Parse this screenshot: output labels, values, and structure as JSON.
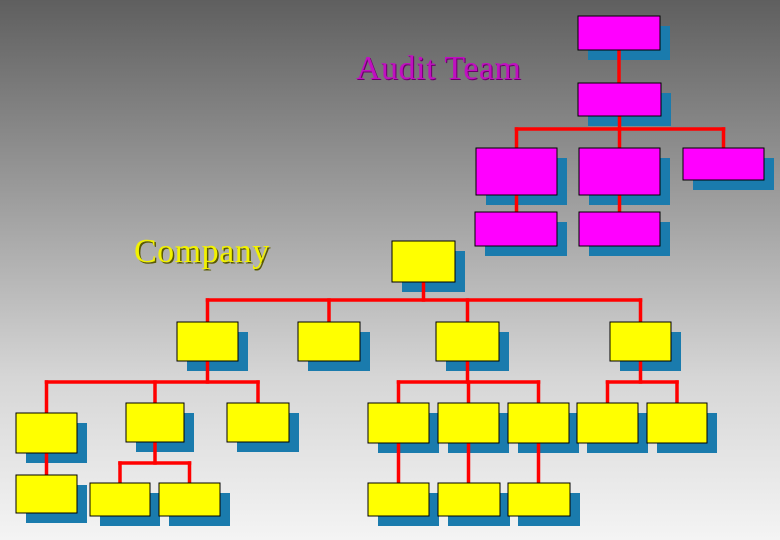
{
  "labels": {
    "audit_team": "Audit Team",
    "company": "Company"
  },
  "colors": {
    "audit_box": "#ff00ff",
    "company_box": "#ffff00",
    "shadow": "#1a7bad",
    "connector": "#ff0000",
    "audit_text": "#c010c0",
    "company_text": "#f2f200"
  },
  "org": {
    "audit_team": {
      "color": "audit_box",
      "children": [
        {
          "color": "audit_box",
          "children": [
            {
              "color": "audit_box",
              "children": [
                {
                  "color": "audit_box",
                  "children": []
                }
              ]
            },
            {
              "color": "audit_box",
              "children": [
                {
                  "color": "audit_box",
                  "children": []
                }
              ]
            },
            {
              "color": "audit_box",
              "children": []
            }
          ]
        }
      ]
    },
    "company": {
      "color": "company_box",
      "children": [
        {
          "color": "company_box",
          "children": [
            {
              "color": "company_box",
              "children": [
                {
                  "color": "company_box",
                  "children": []
                }
              ]
            },
            {
              "color": "company_box",
              "children": [
                {
                  "color": "company_box",
                  "children": []
                },
                {
                  "color": "company_box",
                  "children": []
                }
              ]
            },
            {
              "color": "company_box",
              "children": []
            }
          ]
        },
        {
          "color": "company_box",
          "children": []
        },
        {
          "color": "company_box",
          "children": [
            {
              "color": "company_box",
              "children": [
                {
                  "color": "company_box",
                  "children": []
                }
              ]
            },
            {
              "color": "company_box",
              "children": [
                {
                  "color": "company_box",
                  "children": []
                }
              ]
            },
            {
              "color": "company_box",
              "children": [
                {
                  "color": "company_box",
                  "children": []
                }
              ]
            }
          ]
        },
        {
          "color": "company_box",
          "children": [
            {
              "color": "company_box",
              "children": []
            },
            {
              "color": "company_box",
              "children": []
            }
          ]
        }
      ]
    }
  }
}
